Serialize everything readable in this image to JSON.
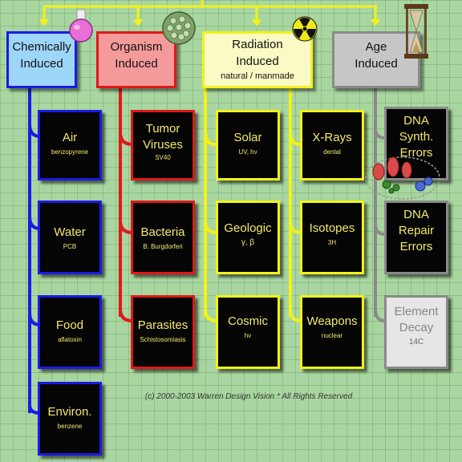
{
  "categories": {
    "chemical": {
      "line1": "Chemically",
      "line2": "Induced"
    },
    "organism": {
      "line1": "Organism",
      "line2": "Induced"
    },
    "radiation": {
      "line1": "Radiation",
      "line2": "Induced",
      "sub": "natural / manmade"
    },
    "age": {
      "line1": "Age",
      "line2": "Induced"
    }
  },
  "boxes": {
    "air": {
      "title": "Air",
      "sub": "benzopyrene"
    },
    "water": {
      "title": "Water",
      "sub": "PCB"
    },
    "food": {
      "title": "Food",
      "sub": "aflatoxin"
    },
    "environ": {
      "title": "Environ.",
      "sub": "benzene"
    },
    "tumor": {
      "title1": "Tumor",
      "title2": "Viruses",
      "sub": "SV40"
    },
    "bacteria": {
      "title": "Bacteria",
      "sub": "B. Burgdorferi"
    },
    "parasites": {
      "title": "Parasites",
      "sub": "Schistosomiasis"
    },
    "solar": {
      "title": "Solar",
      "sub": "UV, hν"
    },
    "geologic": {
      "title": "Geologic",
      "sub": "γ, β"
    },
    "cosmic": {
      "title": "Cosmic",
      "sub": "hν"
    },
    "xrays": {
      "title": "X-Rays",
      "sub": "dental"
    },
    "isotopes": {
      "title": "Isotopes",
      "sub": "3H"
    },
    "weapons": {
      "title": "Weapons",
      "sub": "nuclear"
    },
    "dna_synth": {
      "title1": "DNA",
      "title2": "Synth.",
      "title3": "Errors"
    },
    "dna_repair": {
      "title1": "DNA",
      "title2": "Repair",
      "title3": "Errors"
    },
    "element": {
      "title1": "Element",
      "title2": "Decay",
      "sub": "14C"
    }
  },
  "copyright": "(c) 2000-2003 Warren Design Vision * All Rights Reserved",
  "colors": {
    "chemical": "#1a1ae6",
    "organism": "#e01818",
    "radiation": "#f2f21a",
    "age": "#8a8a8a",
    "box_text": "#f3ea6c",
    "background": "#a9d6a0"
  },
  "icons": [
    "flask-icon",
    "virus-icon",
    "radiation-icon",
    "hourglass-icon",
    "cell-icon"
  ]
}
